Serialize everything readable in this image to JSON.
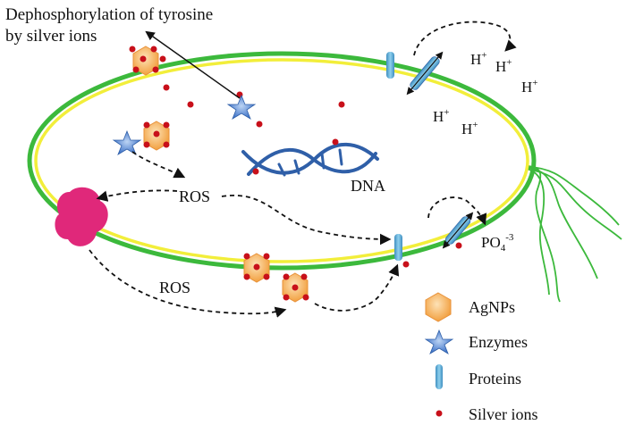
{
  "title": {
    "line1": "Dephosphorylation of tyrosine",
    "line2": "by silver ions"
  },
  "labels": {
    "dna": "DNA",
    "ros_inside": "ROS",
    "ros_outside": "ROS"
  },
  "ions": {
    "proton_base": "H",
    "proton_charge": "+",
    "phosphate_base": "PO",
    "phosphate_sub": "4",
    "phosphate_charge": "-3"
  },
  "legend": {
    "agnps": "AgNPs",
    "enzymes": "Enzymes",
    "proteins": "Proteins",
    "silver_ions": "Silver ions"
  },
  "colors": {
    "membrane_outer": "#3cb93c",
    "membrane_inner": "#f2ee3a",
    "dna": "#2f5fa8",
    "silver_ion": "#c8101a",
    "agnp": "#f5a84a",
    "enzyme": "#3f73c8",
    "protein": "#5aaad6",
    "flagella": "#3cb93c",
    "ros_source": "#e0287a"
  },
  "icons": {
    "agnp": "hexagon-nanoparticle-icon",
    "enzyme": "star-enzyme-icon",
    "protein": "capsule-protein-icon",
    "silver_ion": "red-dot-icon"
  }
}
